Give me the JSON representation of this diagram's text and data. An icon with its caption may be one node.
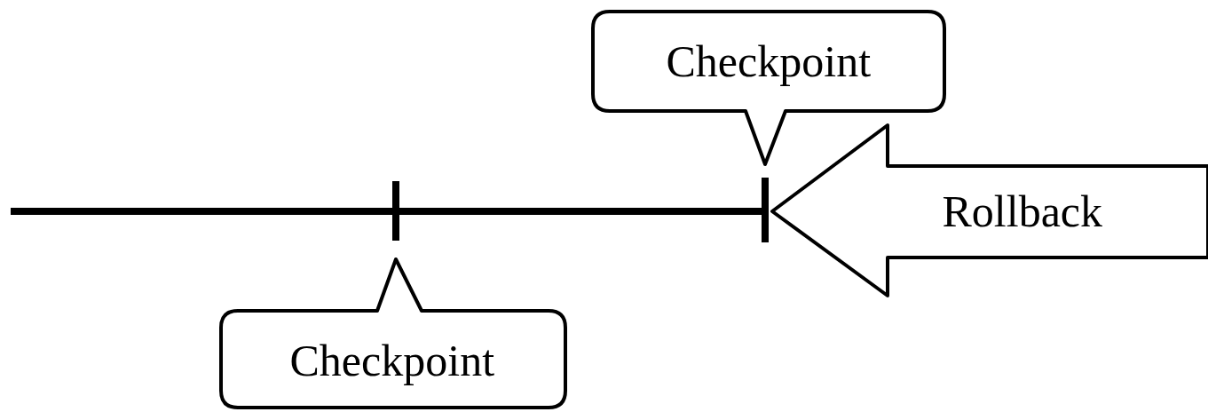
{
  "diagram": {
    "nodes": [
      {
        "text": [
          "Checkpoint"
        ]
      },
      {
        "text": [
          "Rollback"
        ]
      },
      {
        "text": [
          "Checkpoint"
        ]
      }
    ],
    "edges": []
  }
}
